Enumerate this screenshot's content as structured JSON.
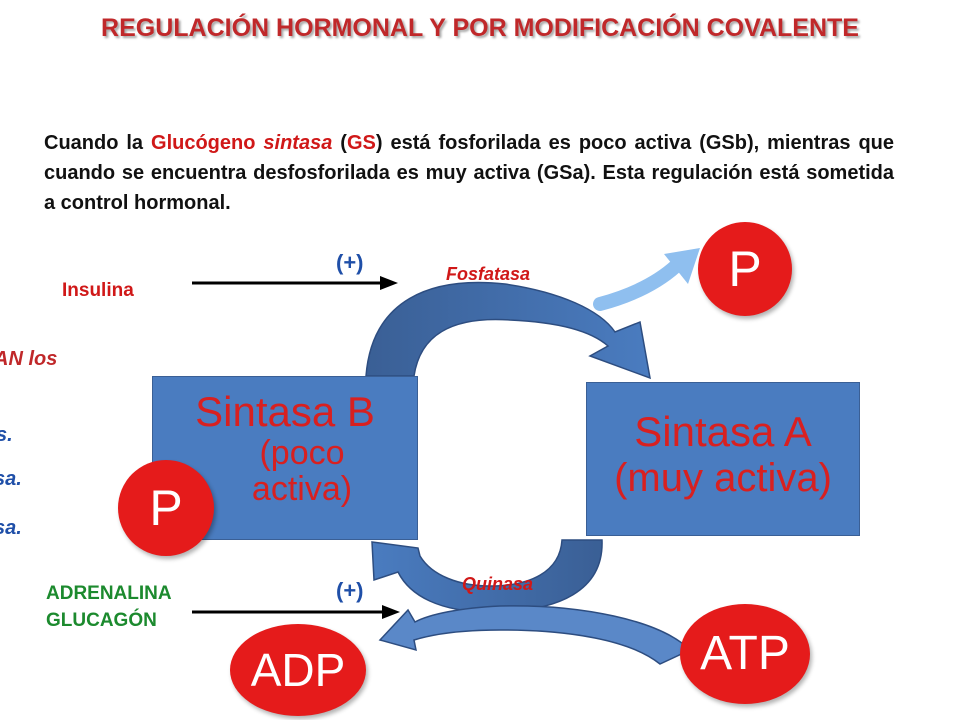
{
  "title": "REGULACIÓN HORMONAL Y POR MODIFICACIÓN COVALENTE",
  "intro": {
    "t1": "Cuando la ",
    "t2": "Glucógeno ",
    "t3": "sintasa",
    "t4": " (",
    "t5": "GS",
    "t6": ") está fosforilada es poco activa (GSb), mientras que cuando se encuentra desfosforilada es muy activa (GSa). Esta regulación está sometida a control hormonal."
  },
  "insulina": "Insulina",
  "plus_top": "(+)",
  "plus_bottom": "(+)",
  "fosfatasa": "Fosfatasa",
  "quinasa": "Quinasa",
  "p_top": "P",
  "p_left": "P",
  "sintasa_b": {
    "line1": "Sintasa B",
    "line2": "(poco",
    "line3": "activa)"
  },
  "sintasa_a": {
    "line1": "Sintasa A",
    "line2": "(muy activa)"
  },
  "adrenalina": "ADRENALINA",
  "glucagon": "GLUCAGÓN",
  "atp": "ATP",
  "adp": "ADP",
  "cut_fragments": {
    "f1": "AN  los",
    "f2": "s.",
    "f3": "sa.",
    "f4": "sa."
  },
  "colors": {
    "title": "#c0282a",
    "box": "#4a7cc0",
    "circle": "#e51b1b",
    "plus": "#1f4fa8",
    "green": "#1c8a2e"
  }
}
